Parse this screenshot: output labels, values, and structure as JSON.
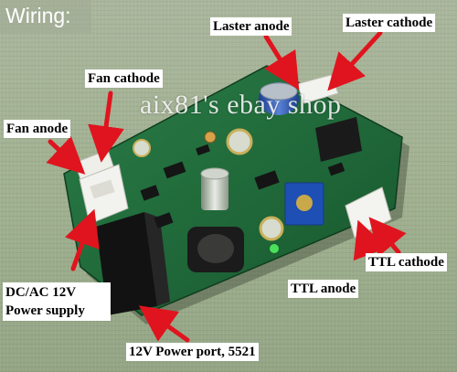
{
  "title": "Wiring:",
  "watermark": "aix81's ebay shop",
  "labels": {
    "laser_anode": "Laster anode",
    "laser_cathode": "Laster cathode",
    "fan_cathode": "Fan cathode",
    "fan_anode": "Fan anode",
    "power_supply": "DC/AC 12V Power supply",
    "power_port": "12V Power port, 5521",
    "ttl_anode": "TTL anode",
    "ttl_cathode": "TTL cathode"
  },
  "colors": {
    "pcb": "#1f6a3a",
    "arrow": "#e0141e",
    "label_bg": "#ffffff",
    "background": "#a3b393"
  }
}
